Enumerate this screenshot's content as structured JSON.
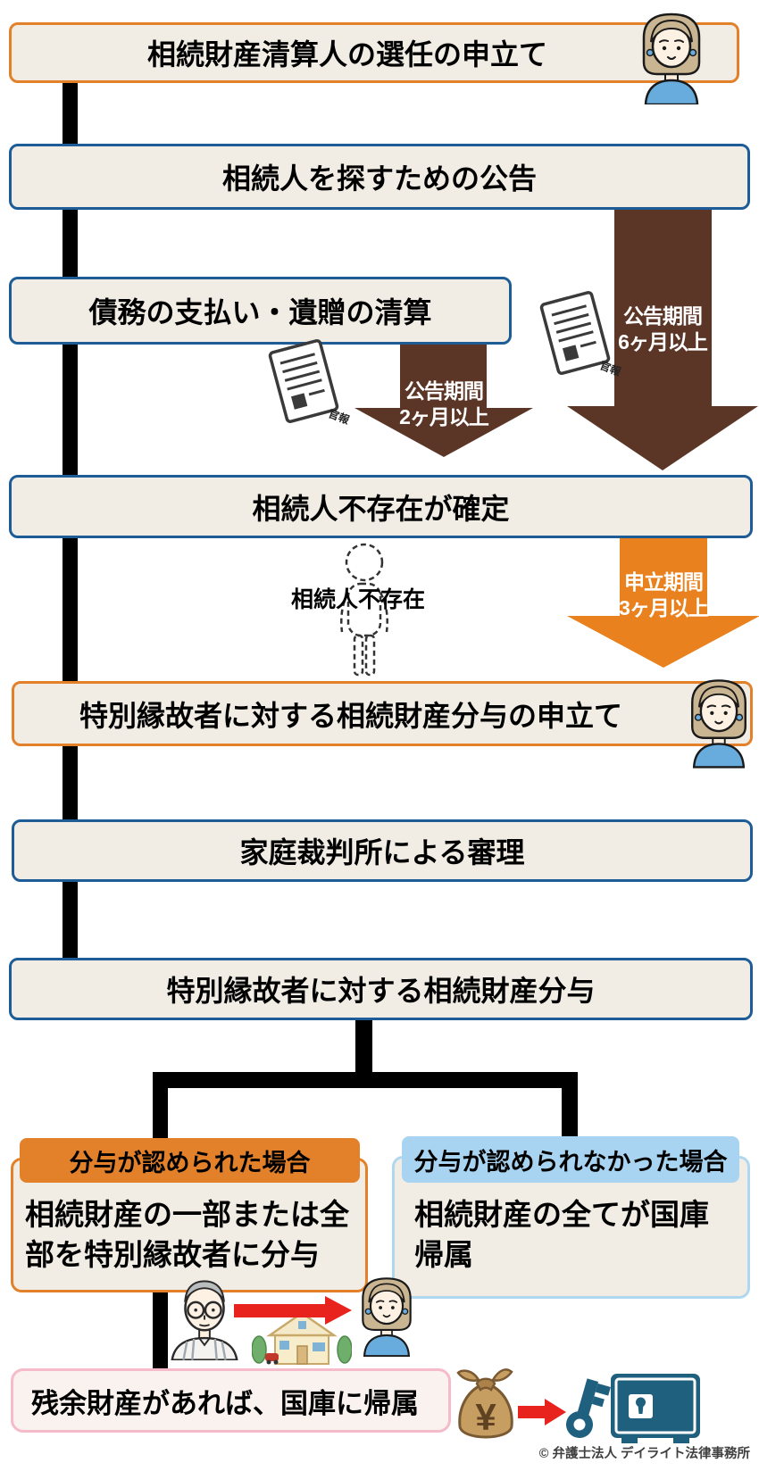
{
  "steps": {
    "petition_liquidator": "相続財産清算人の選任の申立て",
    "public_notice": "相続人を探すための公告",
    "debt_payment": "債務の支払い・遺贈の清算",
    "no_heir_confirmed": "相続人不存在が確定",
    "special_petition": "特別縁故者に対する相続財産分与の申立て",
    "court_review": "家庭裁判所による審理",
    "distribution": "特別縁故者に対する相続財産分与"
  },
  "arrows": {
    "notice_6m": {
      "line1": "公告期間",
      "line2": "6ヶ月以上"
    },
    "notice_2m": {
      "line1": "公告期間",
      "line2": "2ヶ月以上"
    },
    "petition_3m": {
      "line1": "申立期間",
      "line2": "3ヶ月以上"
    }
  },
  "annotations": {
    "no_heir": "相続人不存在",
    "gazette": "官報"
  },
  "branches": {
    "granted": {
      "header": "分与が認められた場合",
      "line1": "相続財産の一部または全",
      "line2": "部を特別縁故者に分与"
    },
    "denied": {
      "header": "分与が認められなかった場合",
      "line1": "相続財産の全てが国庫",
      "line2": "帰属"
    }
  },
  "final_box": {
    "label": "残余財産があれば、国庫に帰属",
    "yen_symbol": "¥"
  },
  "footer": {
    "copyright": "© 弁護士法人 デイライト法律事務所"
  },
  "colors": {
    "box_fill": "#F1EDE5",
    "blue_border": "#1D5C96",
    "orange": "#E2812A",
    "brown_arrow": "#5B3627",
    "orange_arrow": "#E8811E",
    "light_blue_header": "#A9D4F1",
    "pink_border": "#F5BBCB",
    "red_arrow": "#E8231E",
    "teal_icon": "#20607F",
    "line_black": "#000000"
  }
}
